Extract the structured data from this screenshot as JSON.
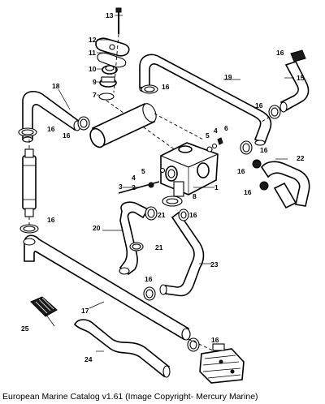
{
  "diagram": {
    "callouts": {
      "n1": "1",
      "n2": "2",
      "n3": "3",
      "n4a": "4",
      "n4b": "4",
      "n5a": "5",
      "n5b": "5",
      "n6": "6",
      "n7": "7",
      "n8": "8",
      "n9": "9",
      "n10": "10",
      "n11": "11",
      "n12": "12",
      "n13": "13",
      "n15": "15",
      "n16a": "16",
      "n16b": "16",
      "n16c": "16",
      "n16d": "16",
      "n16e": "16",
      "n16f": "16",
      "n16g": "16",
      "n16h": "16",
      "n16i": "16",
      "n16j": "16",
      "n16k": "16",
      "n16l": "16",
      "n16m": "16",
      "n17": "17",
      "n18": "18",
      "n19": "19",
      "n20": "20",
      "n21a": "21",
      "n21b": "21",
      "n22": "22",
      "n23": "23",
      "n24": "24",
      "n25": "25"
    }
  },
  "caption": "European Marine Catalog v1.61 (Image Copyright- Mercury Marine)"
}
